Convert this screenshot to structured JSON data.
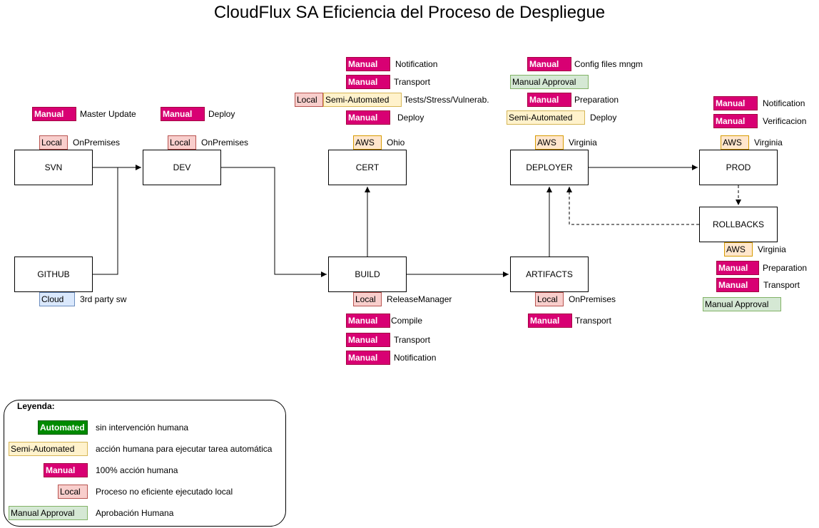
{
  "title": "CloudFlux SA Eficiencia del Proceso de Despliegue",
  "nodes": {
    "svn": "SVN",
    "dev": "DEV",
    "github": "GITHUB",
    "cert": "CERT",
    "build": "BUILD",
    "deployer": "DEPLOYER",
    "artifacts": "ARTIFACTS",
    "prod": "PROD",
    "rollbacks": "ROLLBACKS"
  },
  "tag_labels": {
    "manual": "Manual",
    "local": "Local",
    "aws": "AWS",
    "cloud": "Cloud",
    "semi": "Semi-Automated",
    "approval": "Manual Approval",
    "automated": "Automated"
  },
  "texts": {
    "svn_task": "Master Update",
    "svn_location": "OnPremises",
    "dev_task": "Deploy",
    "dev_location": "OnPremises",
    "github_location": "3rd party sw",
    "cert_tasks": [
      "Notification",
      "Transport",
      "Tests/Stress/Vulnerab.",
      "Deploy"
    ],
    "cert_location": "Ohio",
    "build_location": "ReleaseManager",
    "build_tasks": [
      "Compile",
      "Transport",
      "Notification"
    ],
    "deployer_tasks": [
      "Config files mngm",
      "Preparation",
      "Deploy"
    ],
    "deployer_location": "Virginia",
    "artifacts_location": "OnPremises",
    "artifacts_task": "Transport",
    "prod_tasks": [
      "Notification",
      "Verificacion"
    ],
    "prod_location": "Virginia",
    "rollbacks_location": "Virginia",
    "rollbacks_tasks": [
      "Preparation",
      "Transport"
    ]
  },
  "legend": {
    "title": "Leyenda:",
    "items": [
      {
        "tag": "Automated",
        "desc": "sin intervención humana"
      },
      {
        "tag": "Semi-Automated",
        "desc": "acción humana para ejecutar tarea automática"
      },
      {
        "tag": "Manual",
        "desc": "100% acción humana"
      },
      {
        "tag": "Local",
        "desc": "Proceso no eficiente ejecutado local"
      },
      {
        "tag": "Manual Approval",
        "desc": "Aprobación Humana"
      }
    ]
  },
  "colors": {
    "manual": "#d80073",
    "local": "#f8cecc",
    "aws": "#ffe6cc",
    "semi": "#fff2cc",
    "approval": "#d5e8d4",
    "cloud": "#dae8fc",
    "automated": "#008a00"
  }
}
